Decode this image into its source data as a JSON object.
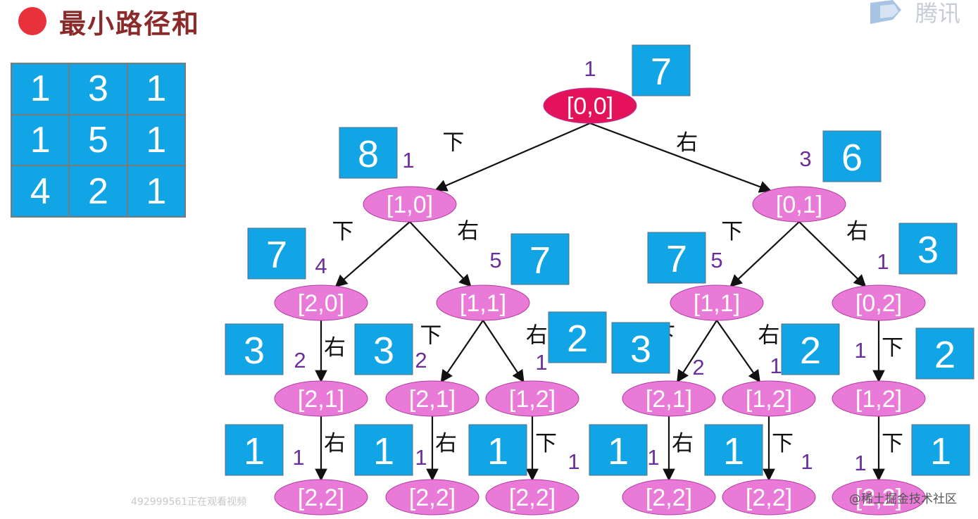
{
  "title": "最小路径和",
  "grid": [
    [
      "1",
      "3",
      "1"
    ],
    [
      "1",
      "5",
      "1"
    ],
    [
      "4",
      "2",
      "1"
    ]
  ],
  "colors": {
    "box_blue": "#12a5e6",
    "node_pink": "#ea7ad8",
    "root_red": "#e3125a",
    "purple": "#6a2f9a",
    "title_red": "#8b2a2a",
    "dot_red": "#e8313a"
  },
  "logo_text": "腾讯",
  "watermark_left": "492999561正在观看视频",
  "watermark_right": "@稀土掘金技术社区",
  "tree": {
    "nodes": [
      {
        "id": "n00",
        "label": "[0,0]",
        "root": true,
        "weight": "1",
        "sum": "7"
      },
      {
        "id": "n10",
        "label": "[1,0]",
        "weight": "1",
        "sum": "8"
      },
      {
        "id": "n01",
        "label": "[0,1]",
        "weight": "3",
        "sum": "6"
      },
      {
        "id": "n20a",
        "label": "[2,0]",
        "weight": "4",
        "sum": "7"
      },
      {
        "id": "n11a",
        "label": "[1,1]",
        "weight": "5",
        "sum": "7"
      },
      {
        "id": "n11b",
        "label": "[1,1]",
        "weight": "5",
        "sum": "7"
      },
      {
        "id": "n02",
        "label": "[0,2]",
        "weight": "1",
        "sum": "3"
      },
      {
        "id": "n21a",
        "label": "[2,1]",
        "weight": "2",
        "sum": "3"
      },
      {
        "id": "n21b",
        "label": "[2,1]",
        "weight": "2",
        "sum": "3"
      },
      {
        "id": "n12a",
        "label": "[1,2]",
        "weight": "1",
        "sum": "2"
      },
      {
        "id": "n21c",
        "label": "[2,1]",
        "weight": "2",
        "sum": "3"
      },
      {
        "id": "n12b",
        "label": "[1,2]",
        "weight": "1",
        "sum": "2"
      },
      {
        "id": "n12c",
        "label": "[1,2]",
        "weight": "1",
        "sum": "2"
      },
      {
        "id": "n22a",
        "label": "[2,2]",
        "weight": "1",
        "sum": "1"
      },
      {
        "id": "n22b",
        "label": "[2,2]",
        "weight": "1",
        "sum": "1"
      },
      {
        "id": "n22c",
        "label": "[2,2]",
        "weight": "1",
        "sum": "1"
      },
      {
        "id": "n22d",
        "label": "[2,2]",
        "weight": "1",
        "sum": "1"
      },
      {
        "id": "n22e",
        "label": "[2,2]",
        "weight": "1",
        "sum": "1"
      },
      {
        "id": "n22f",
        "label": "[2,2]",
        "weight": "1",
        "sum": "1"
      }
    ],
    "edges": [
      {
        "from": "n00",
        "to": "n10",
        "label": "下"
      },
      {
        "from": "n00",
        "to": "n01",
        "label": "右"
      },
      {
        "from": "n10",
        "to": "n20a",
        "label": "下"
      },
      {
        "from": "n10",
        "to": "n11a",
        "label": "右"
      },
      {
        "from": "n01",
        "to": "n11b",
        "label": "下"
      },
      {
        "from": "n01",
        "to": "n02",
        "label": "右"
      },
      {
        "from": "n20a",
        "to": "n21a",
        "label": "右"
      },
      {
        "from": "n11a",
        "to": "n21b",
        "label": "下"
      },
      {
        "from": "n11a",
        "to": "n12a",
        "label": "右"
      },
      {
        "from": "n11b",
        "to": "n21c",
        "label": "下"
      },
      {
        "from": "n11b",
        "to": "n12b",
        "label": "右"
      },
      {
        "from": "n02",
        "to": "n12c",
        "label": "下"
      },
      {
        "from": "n21a",
        "to": "n22a",
        "label": "右"
      },
      {
        "from": "n21b",
        "to": "n22b",
        "label": "右"
      },
      {
        "from": "n12a",
        "to": "n22c",
        "label": "下"
      },
      {
        "from": "n21c",
        "to": "n22d",
        "label": "右"
      },
      {
        "from": "n12b",
        "to": "n22e",
        "label": "下"
      },
      {
        "from": "n12c",
        "to": "n22f",
        "label": "下"
      }
    ]
  }
}
